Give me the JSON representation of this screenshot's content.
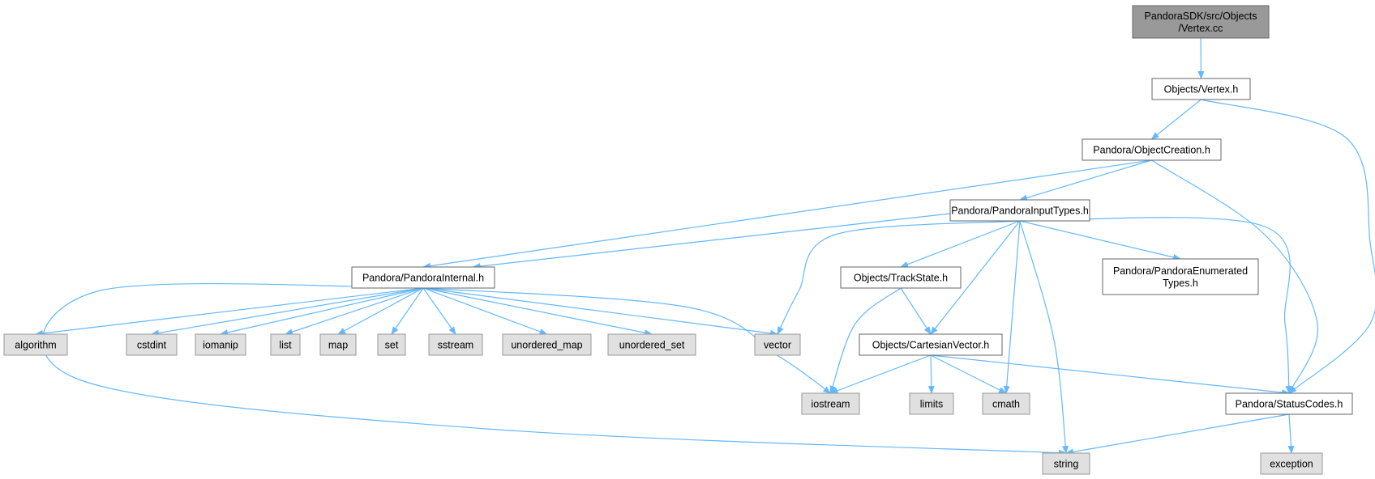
{
  "colors": {
    "edge": "#63b8ff",
    "root_fill": "#999999",
    "root_border": "#666666",
    "node_fill": "#ffffff",
    "node_border": "#666666",
    "external_fill": "#e0e0e0",
    "external_border": "#999999"
  },
  "nodes": {
    "vertex_cc": {
      "lines": [
        "PandoraSDK/src/Objects",
        "/Vertex.cc"
      ],
      "kind": "root"
    },
    "vertex_h": {
      "lines": [
        "Objects/Vertex.h"
      ],
      "kind": "file"
    },
    "object_creation": {
      "lines": [
        "Pandora/ObjectCreation.h"
      ],
      "kind": "file"
    },
    "input_types": {
      "lines": [
        "Pandora/PandoraInputTypes.h"
      ],
      "kind": "file"
    },
    "pandora_internal": {
      "lines": [
        "Pandora/PandoraInternal.h"
      ],
      "kind": "file"
    },
    "track_state": {
      "lines": [
        "Objects/TrackState.h"
      ],
      "kind": "file"
    },
    "enumerated_types": {
      "lines": [
        "Pandora/PandoraEnumerated",
        "Types.h"
      ],
      "kind": "file"
    },
    "cartesian_vector": {
      "lines": [
        "Objects/CartesianVector.h"
      ],
      "kind": "file"
    },
    "status_codes": {
      "lines": [
        "Pandora/StatusCodes.h"
      ],
      "kind": "file"
    },
    "algorithm": {
      "lines": [
        "algorithm"
      ],
      "kind": "external"
    },
    "cstdint": {
      "lines": [
        "cstdint"
      ],
      "kind": "external"
    },
    "iomanip": {
      "lines": [
        "iomanip"
      ],
      "kind": "external"
    },
    "list": {
      "lines": [
        "list"
      ],
      "kind": "external"
    },
    "map": {
      "lines": [
        "map"
      ],
      "kind": "external"
    },
    "set": {
      "lines": [
        "set"
      ],
      "kind": "external"
    },
    "sstream": {
      "lines": [
        "sstream"
      ],
      "kind": "external"
    },
    "unordered_map": {
      "lines": [
        "unordered_map"
      ],
      "kind": "external"
    },
    "unordered_set": {
      "lines": [
        "unordered_set"
      ],
      "kind": "external"
    },
    "vector": {
      "lines": [
        "vector"
      ],
      "kind": "external"
    },
    "iostream": {
      "lines": [
        "iostream"
      ],
      "kind": "external"
    },
    "limits": {
      "lines": [
        "limits"
      ],
      "kind": "external"
    },
    "cmath": {
      "lines": [
        "cmath"
      ],
      "kind": "external"
    },
    "string": {
      "lines": [
        "string"
      ],
      "kind": "external"
    },
    "exception": {
      "lines": [
        "exception"
      ],
      "kind": "external"
    }
  },
  "edges": [
    [
      "vertex_cc",
      "vertex_h"
    ],
    [
      "vertex_h",
      "object_creation"
    ],
    [
      "vertex_h",
      "status_codes"
    ],
    [
      "object_creation",
      "input_types"
    ],
    [
      "object_creation",
      "pandora_internal"
    ],
    [
      "object_creation",
      "status_codes"
    ],
    [
      "input_types",
      "pandora_internal"
    ],
    [
      "input_types",
      "vector"
    ],
    [
      "input_types",
      "track_state"
    ],
    [
      "input_types",
      "cartesian_vector"
    ],
    [
      "input_types",
      "cmath"
    ],
    [
      "input_types",
      "string"
    ],
    [
      "input_types",
      "enumerated_types"
    ],
    [
      "input_types",
      "status_codes"
    ],
    [
      "pandora_internal",
      "algorithm"
    ],
    [
      "pandora_internal",
      "cstdint"
    ],
    [
      "pandora_internal",
      "iomanip"
    ],
    [
      "pandora_internal",
      "list"
    ],
    [
      "pandora_internal",
      "map"
    ],
    [
      "pandora_internal",
      "set"
    ],
    [
      "pandora_internal",
      "sstream"
    ],
    [
      "pandora_internal",
      "unordered_map"
    ],
    [
      "pandora_internal",
      "unordered_set"
    ],
    [
      "pandora_internal",
      "vector"
    ],
    [
      "pandora_internal",
      "iostream"
    ],
    [
      "pandora_internal",
      "string"
    ],
    [
      "track_state",
      "cartesian_vector"
    ],
    [
      "track_state",
      "iostream"
    ],
    [
      "cartesian_vector",
      "iostream"
    ],
    [
      "cartesian_vector",
      "limits"
    ],
    [
      "cartesian_vector",
      "cmath"
    ],
    [
      "cartesian_vector",
      "status_codes"
    ],
    [
      "status_codes",
      "string"
    ],
    [
      "status_codes",
      "exception"
    ]
  ]
}
